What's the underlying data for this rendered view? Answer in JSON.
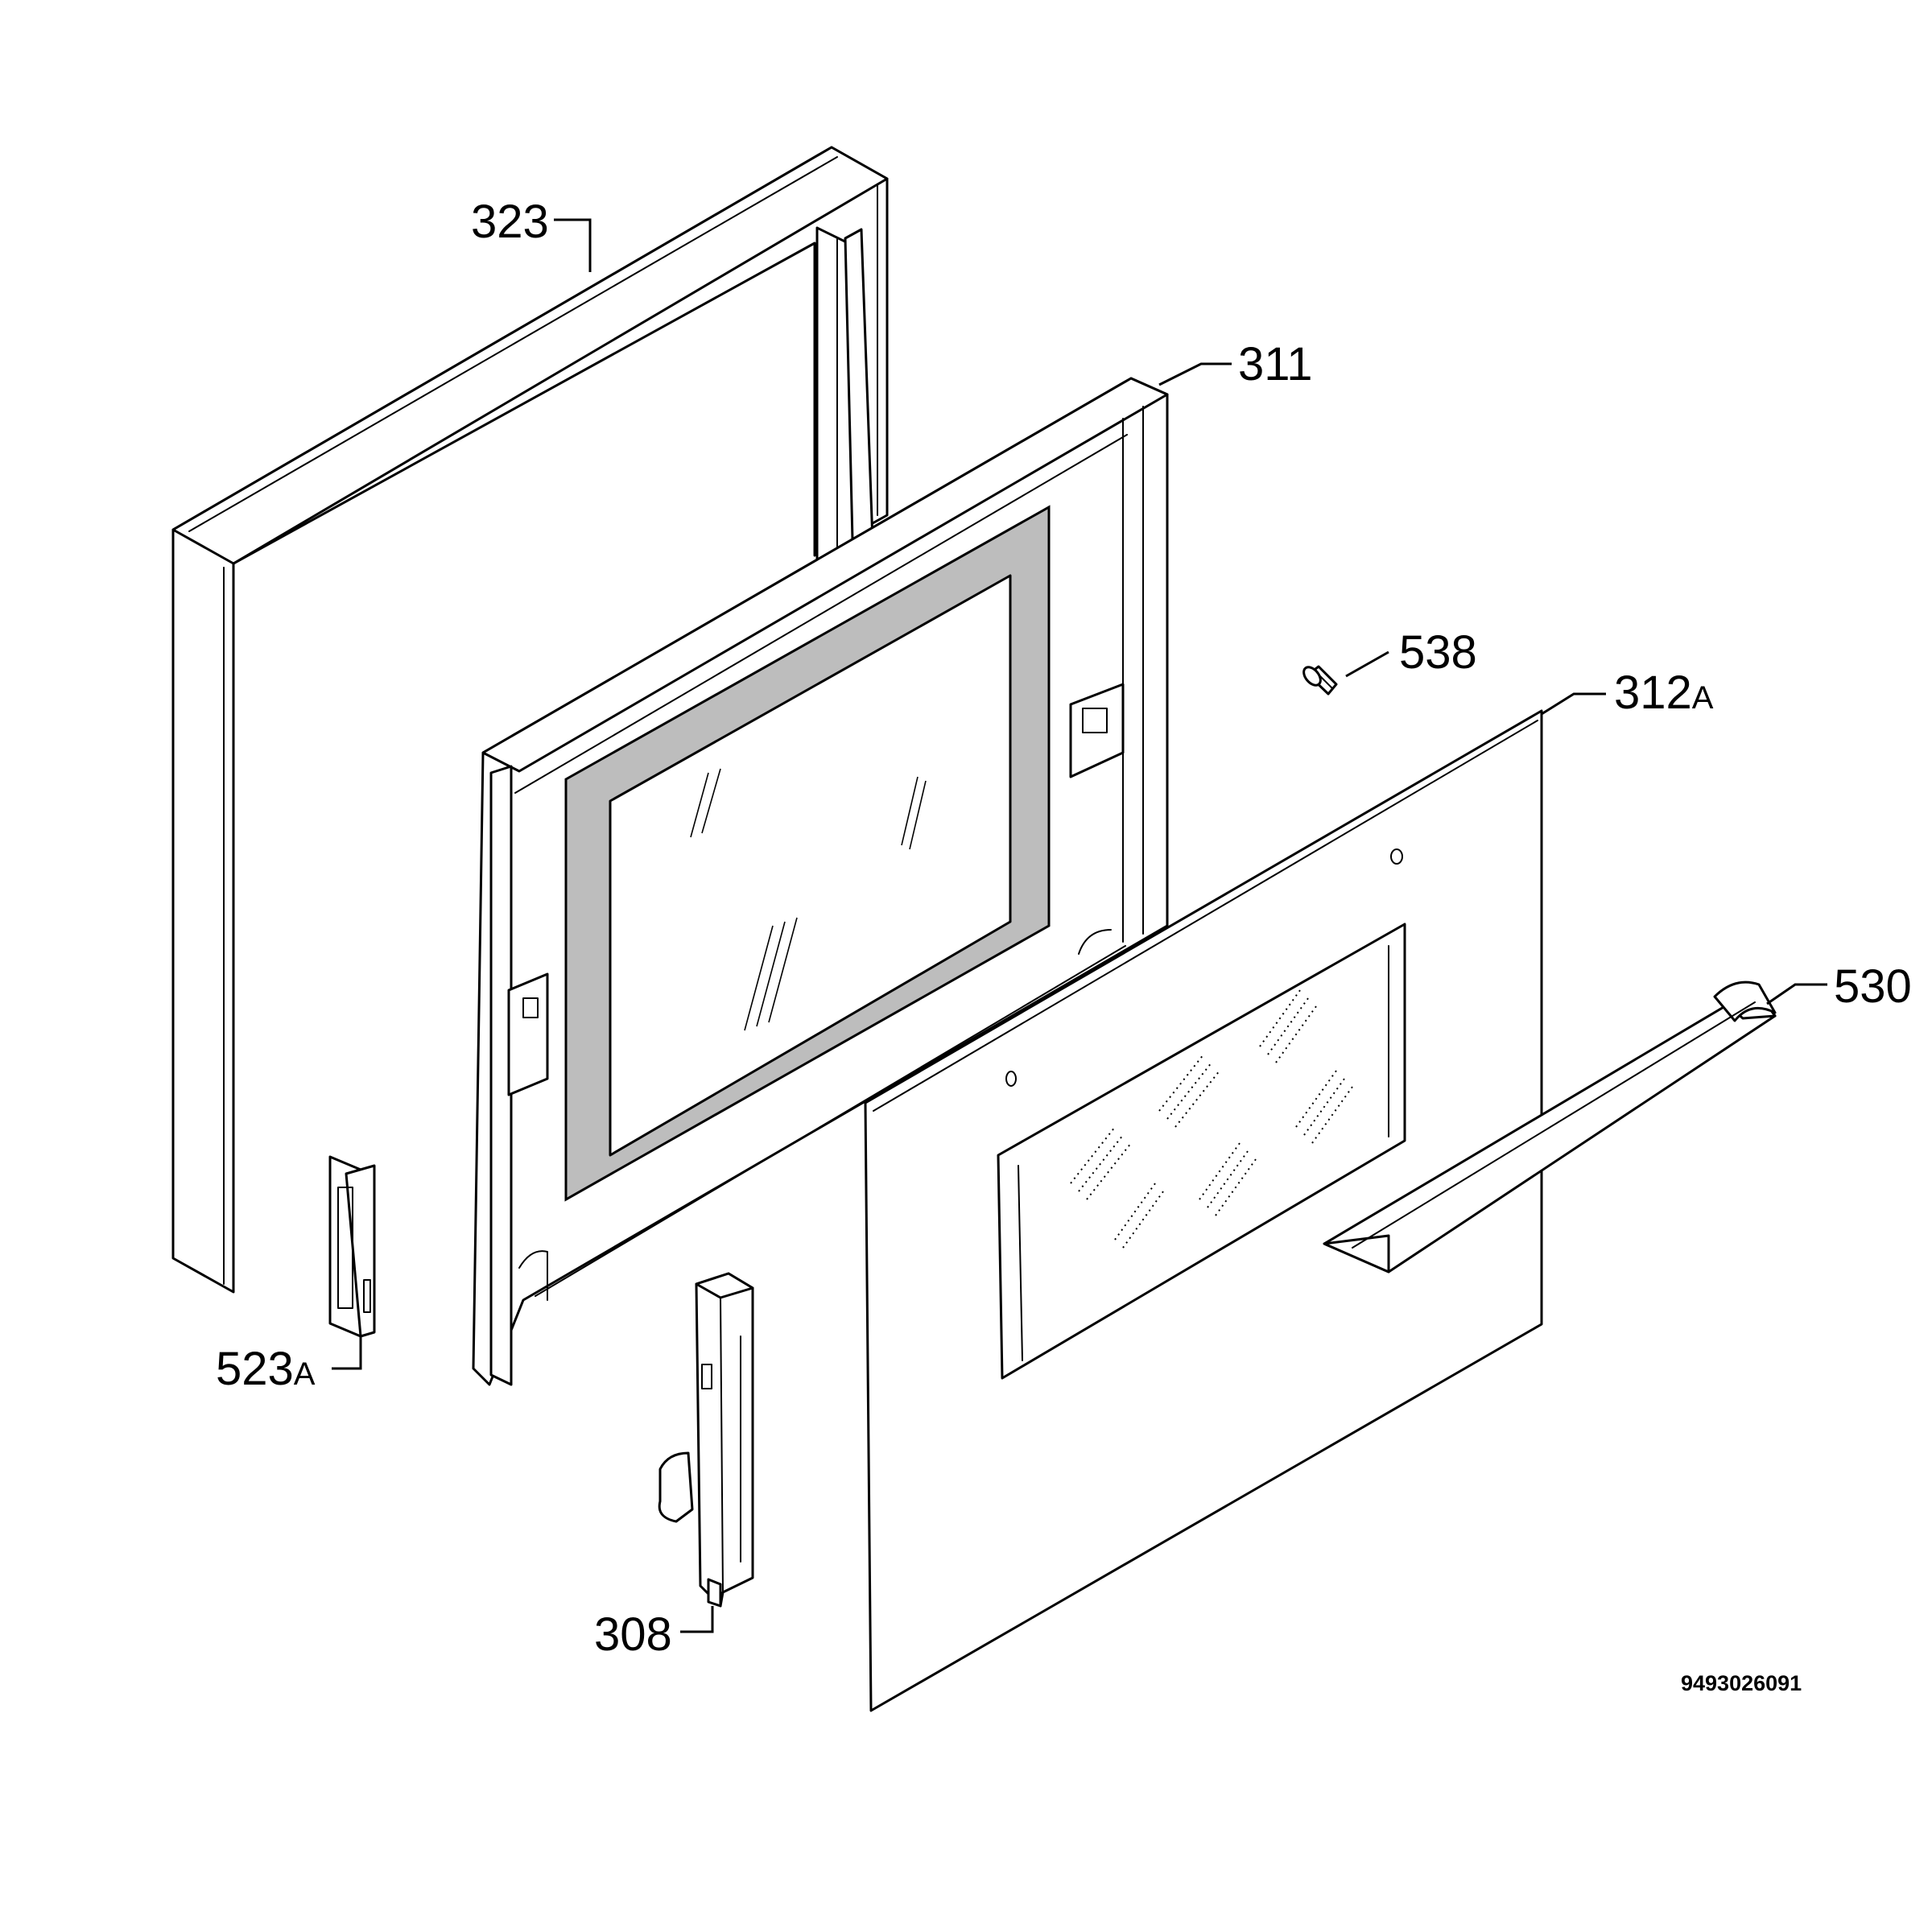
{
  "callouts": [
    {
      "id": "323",
      "number": "323",
      "suffix": ""
    },
    {
      "id": "311",
      "number": "311",
      "suffix": ""
    },
    {
      "id": "538",
      "number": "538",
      "suffix": ""
    },
    {
      "id": "312A",
      "number": "312",
      "suffix": "A"
    },
    {
      "id": "530",
      "number": "530",
      "suffix": ""
    },
    {
      "id": "523A",
      "number": "523",
      "suffix": "A"
    },
    {
      "id": "308",
      "number": "308",
      "suffix": ""
    }
  ],
  "drawing_number": "9493026091"
}
